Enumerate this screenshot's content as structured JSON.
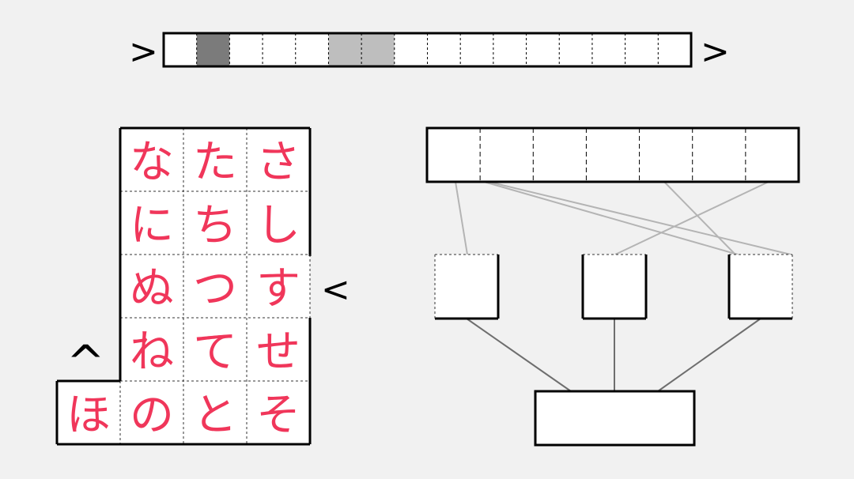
{
  "tape": {
    "left_marker": ">",
    "right_marker": ">",
    "cell_count": 16,
    "cells": [
      "",
      "dark",
      "",
      "",
      "",
      "light",
      "light",
      "",
      "",
      "",
      "",
      "",
      "",
      "",
      "",
      ""
    ],
    "colors": {
      "dark": "#7b7b7b",
      "light": "#bebebe",
      "empty": "#ffffff"
    }
  },
  "kana_grid": {
    "rows": [
      [
        "な",
        "た",
        "さ"
      ],
      [
        "に",
        "ち",
        "し"
      ],
      [
        "ぬ",
        "つ",
        "す"
      ],
      [
        "ね",
        "て",
        "せ"
      ],
      [
        "ほ",
        "の",
        "と",
        "そ"
      ]
    ],
    "row_pointer": "<",
    "column_pointer": "^",
    "text_color": "#f0365a"
  },
  "tree": {
    "top_cell_count": 7,
    "middle_node_count": 3,
    "bottom_node_count": 1,
    "line_colors": {
      "light": "#b4b4b4",
      "dark": "#6e6e6e"
    }
  }
}
